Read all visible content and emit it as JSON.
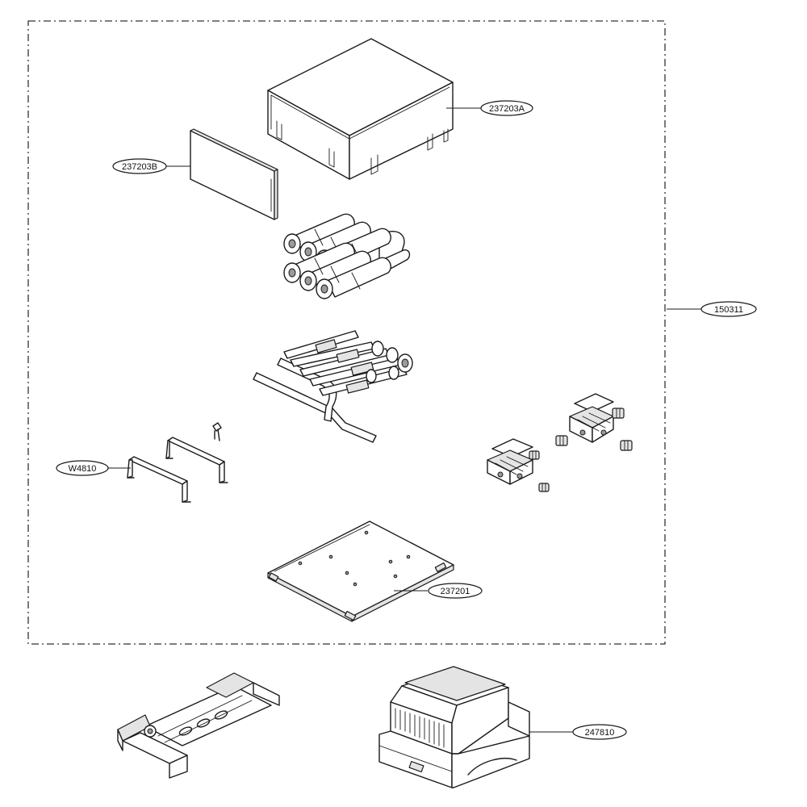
{
  "assembly_label": "150311",
  "part_labels": {
    "cover_top": "237203A",
    "side_panel": "237203B",
    "mounting_bracket": "W4810",
    "base_plate": "237201",
    "power_supply": "247810"
  }
}
